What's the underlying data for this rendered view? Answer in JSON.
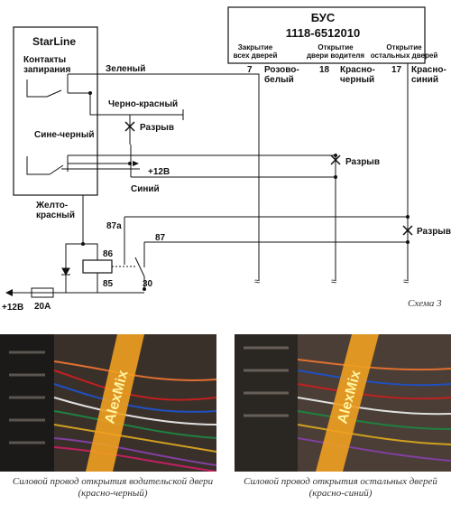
{
  "starline": {
    "title": "StarLine",
    "contacts": "Контакты\nзапирания"
  },
  "bus": {
    "title": "БУС",
    "code": "1118-6512010",
    "columns": [
      {
        "header": "Закрытие\nвсех дверей",
        "pin": "7",
        "wire": "Розово-\nбелый"
      },
      {
        "header": "Открытие\nдвери водителя",
        "pin": "18",
        "wire": "Красно-\nчерный"
      },
      {
        "header": "Открытие\nостальных дверей",
        "pin": "17",
        "wire": "Красно-\nсиний"
      }
    ]
  },
  "wires": {
    "green": "Зеленый",
    "black_red": "Черно-красный",
    "blue_black": "Сине-черный",
    "blue": "Синий",
    "yellow_red": "Желто-\nкрасный",
    "plus12_right": "+12В",
    "plus12_left": "+12В",
    "fuse": "20А"
  },
  "breaks": [
    "Разрыв",
    "Разрыв",
    "Разрыв"
  ],
  "relay": {
    "p87a": "87а",
    "p87": "87",
    "p86": "86",
    "p85": "85",
    "p30": "30"
  },
  "scheme_label": "Схема 3",
  "photos": [
    {
      "caption": "Силовой провод открытия водительской двери\n(красно-черный)",
      "watermark": "AlexMix"
    },
    {
      "caption": "Силовой провод открытия остальных дверей\n(красно-синий)",
      "watermark": "AlexMix"
    }
  ]
}
